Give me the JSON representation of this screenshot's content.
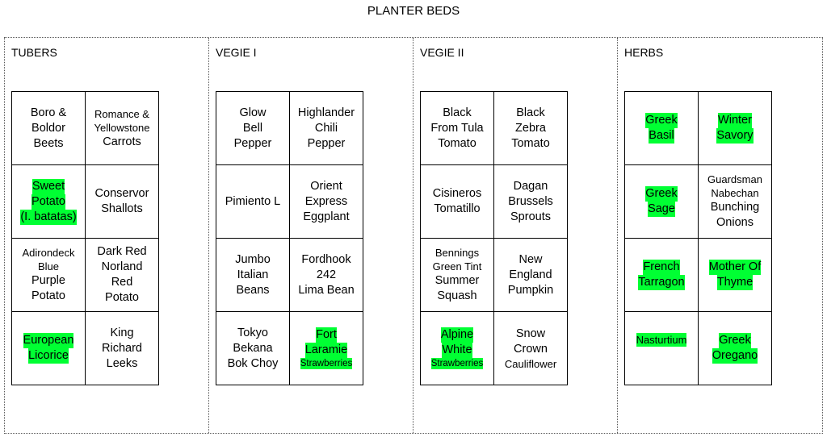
{
  "title": "PLANTER BEDS",
  "colors": {
    "highlight": "#00ff33"
  },
  "sections": [
    {
      "label": "TUBERS",
      "cells": [
        {
          "lines": [
            "Boro &",
            "Boldor",
            "Beets"
          ],
          "highlighted": false,
          "size": "",
          "small_lines": []
        },
        {
          "lines": [
            "Romance &",
            "Yellowstone",
            "Carrots"
          ],
          "highlighted": false,
          "size": "",
          "small_lines": [
            0,
            1
          ]
        },
        {
          "lines": [
            "Sweet",
            "Potato",
            "(I. batatas)"
          ],
          "highlighted": true,
          "size": "",
          "small_lines": []
        },
        {
          "lines": [
            "Conservor",
            "Shallots"
          ],
          "highlighted": false,
          "size": "",
          "small_lines": []
        },
        {
          "lines": [
            "Adirondeck",
            "Blue",
            "Purple",
            "Potato"
          ],
          "highlighted": false,
          "size": "",
          "small_lines": [
            0,
            1
          ]
        },
        {
          "lines": [
            "Dark Red",
            "Norland",
            "Red",
            "Potato"
          ],
          "highlighted": false,
          "size": "",
          "small_lines": []
        },
        {
          "lines": [
            "European",
            "Licorice"
          ],
          "highlighted": true,
          "size": "",
          "small_lines": []
        },
        {
          "lines": [
            "King",
            "Richard",
            "Leeks"
          ],
          "highlighted": false,
          "size": "",
          "small_lines": []
        }
      ]
    },
    {
      "label": "VEGIE I",
      "cells": [
        {
          "lines": [
            "Glow",
            "Bell",
            "Pepper"
          ],
          "highlighted": false,
          "size": "",
          "small_lines": []
        },
        {
          "lines": [
            "Highlander",
            "Chili",
            "Pepper"
          ],
          "highlighted": false,
          "size": "",
          "small_lines": []
        },
        {
          "lines": [
            "Pimiento L"
          ],
          "highlighted": false,
          "size": "",
          "small_lines": []
        },
        {
          "lines": [
            "Orient",
            "Express",
            "Eggplant"
          ],
          "highlighted": false,
          "size": "",
          "small_lines": []
        },
        {
          "lines": [
            "Jumbo",
            "Italian",
            "Beans"
          ],
          "highlighted": false,
          "size": "",
          "small_lines": []
        },
        {
          "lines": [
            "Fordhook",
            "242",
            "Lima Bean"
          ],
          "highlighted": false,
          "size": "",
          "small_lines": []
        },
        {
          "lines": [
            "Tokyo",
            "Bekana",
            "Bok Choy"
          ],
          "highlighted": false,
          "size": "",
          "small_lines": []
        },
        {
          "lines": [
            "Fort",
            "Laramie",
            "Strawberries"
          ],
          "highlighted": true,
          "size": "",
          "xs_lines": [
            2
          ],
          "small_lines": []
        }
      ]
    },
    {
      "label": "VEGIE II",
      "cells": [
        {
          "lines": [
            "Black",
            "From Tula",
            "Tomato"
          ],
          "highlighted": false,
          "size": "",
          "small_lines": []
        },
        {
          "lines": [
            "Black",
            "Zebra",
            "Tomato"
          ],
          "highlighted": false,
          "size": "",
          "small_lines": []
        },
        {
          "lines": [
            "Cisineros",
            "Tomatillo"
          ],
          "highlighted": false,
          "size": "",
          "small_lines": []
        },
        {
          "lines": [
            "Dagan",
            "Brussels",
            "Sprouts"
          ],
          "highlighted": false,
          "size": "",
          "small_lines": []
        },
        {
          "lines": [
            "Bennings",
            "Green Tint",
            "Summer",
            "Squash"
          ],
          "highlighted": false,
          "size": "",
          "small_lines": [
            0,
            1
          ]
        },
        {
          "lines": [
            "New",
            "England",
            "Pumpkin"
          ],
          "highlighted": false,
          "size": "",
          "small_lines": []
        },
        {
          "lines": [
            "Alpine",
            "White",
            "Strawberries"
          ],
          "highlighted": true,
          "size": "",
          "xs_lines": [
            2
          ],
          "small_lines": []
        },
        {
          "lines": [
            "Snow",
            "Crown",
            "Cauliflower"
          ],
          "highlighted": false,
          "size": "",
          "small_lines": [
            2
          ]
        }
      ]
    },
    {
      "label": "HERBS",
      "cells": [
        {
          "lines": [
            "Greek",
            "Basil"
          ],
          "highlighted": true,
          "size": "top",
          "small_lines": []
        },
        {
          "lines": [
            "Winter",
            "Savory"
          ],
          "highlighted": true,
          "size": "top",
          "small_lines": []
        },
        {
          "lines": [
            "Greek",
            "Sage"
          ],
          "highlighted": true,
          "size": "",
          "small_lines": []
        },
        {
          "lines": [
            "Guardsman",
            "Nabechan",
            "Bunching",
            "Onions"
          ],
          "highlighted": false,
          "size": "",
          "small_lines": [
            0,
            1
          ]
        },
        {
          "lines": [
            "French",
            "Tarragon"
          ],
          "highlighted": true,
          "size": "top",
          "small_lines": []
        },
        {
          "lines": [
            "Mother Of",
            "Thyme"
          ],
          "highlighted": true,
          "size": "top",
          "small_lines": []
        },
        {
          "lines": [
            "Nasturtium"
          ],
          "highlighted": true,
          "size": "top",
          "small_lines": [
            0
          ]
        },
        {
          "lines": [
            "Greek",
            "Oregano"
          ],
          "highlighted": true,
          "size": "",
          "small_lines": []
        }
      ]
    }
  ]
}
